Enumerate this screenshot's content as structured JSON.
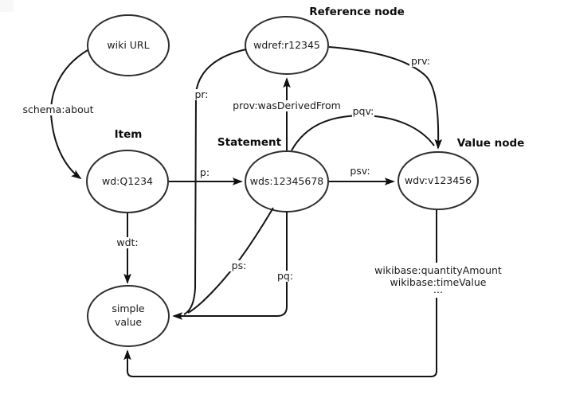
{
  "diagram": {
    "background": "#ffffff",
    "edge_color": "#141414",
    "node_stroke_color": "#2e2e2e",
    "text_color": "#1a1a1a",
    "titles": {
      "reference_node": "Reference node",
      "item": "Item",
      "statement": "Statement",
      "value_node": "Value node"
    },
    "nodes": {
      "wiki_url": {
        "label": "wiki URL"
      },
      "reference": {
        "label": "wdref:r12345"
      },
      "item": {
        "label": "wd:Q1234"
      },
      "statement": {
        "label": "wds:12345678"
      },
      "value": {
        "label": "wdv:v123456"
      },
      "simple_value": {
        "line1": "simple",
        "line2": "value"
      }
    },
    "edges": {
      "schema_about": "schema:about",
      "p": "p:",
      "wdt": "wdt:",
      "prov_was_derived_from": "prov:wasDerivedFrom",
      "pr": "pr:",
      "pqv": "pqv:",
      "prv": "prv:",
      "psv": "psv:",
      "ps": "ps:",
      "pq": "pq:",
      "value_property_line1": "wikibase:quantityAmount",
      "value_property_line2": "wikibase:timeValue",
      "value_property_ellipsis": "..."
    }
  }
}
